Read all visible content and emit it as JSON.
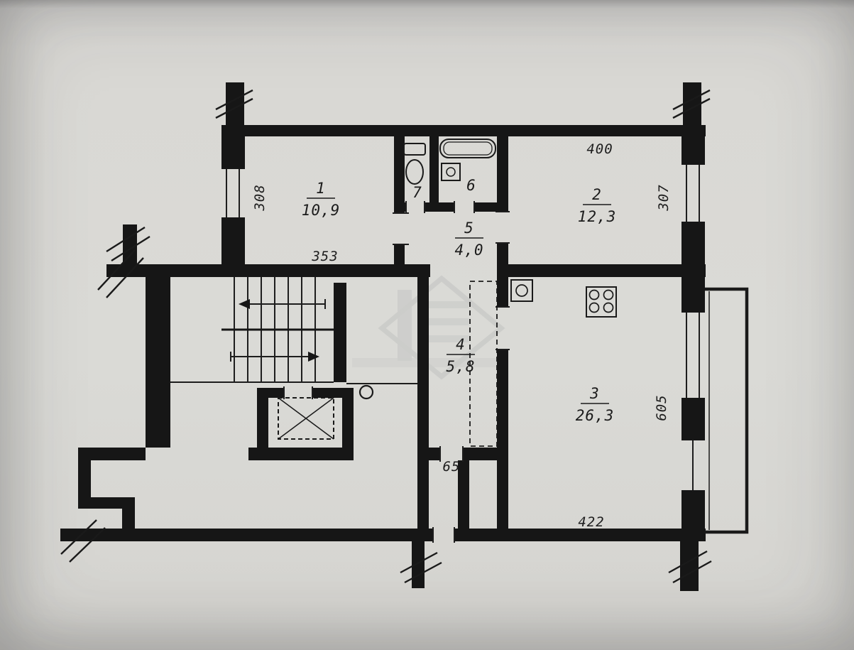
{
  "drawing": {
    "type": "apartment-floor-plan",
    "rooms": [
      {
        "number": "1",
        "area": "10,9"
      },
      {
        "number": "2",
        "area": "12,3"
      },
      {
        "number": "3",
        "area": "26,3"
      },
      {
        "number": "4",
        "area": "5,8"
      },
      {
        "number": "5",
        "area": "4,0"
      },
      {
        "number": "6",
        "area": ""
      },
      {
        "number": "7",
        "area": ""
      }
    ],
    "dimensions": {
      "room2_width": "400",
      "room1_depth": "308",
      "room2_depth": "307",
      "room1_width": "353",
      "room3_depth": "605",
      "room3_width": "422",
      "entry_door_width": "65"
    },
    "colors": {
      "paper": "#d9d8d4",
      "ink": "#161616",
      "entry_dim": "#8e4136"
    }
  }
}
